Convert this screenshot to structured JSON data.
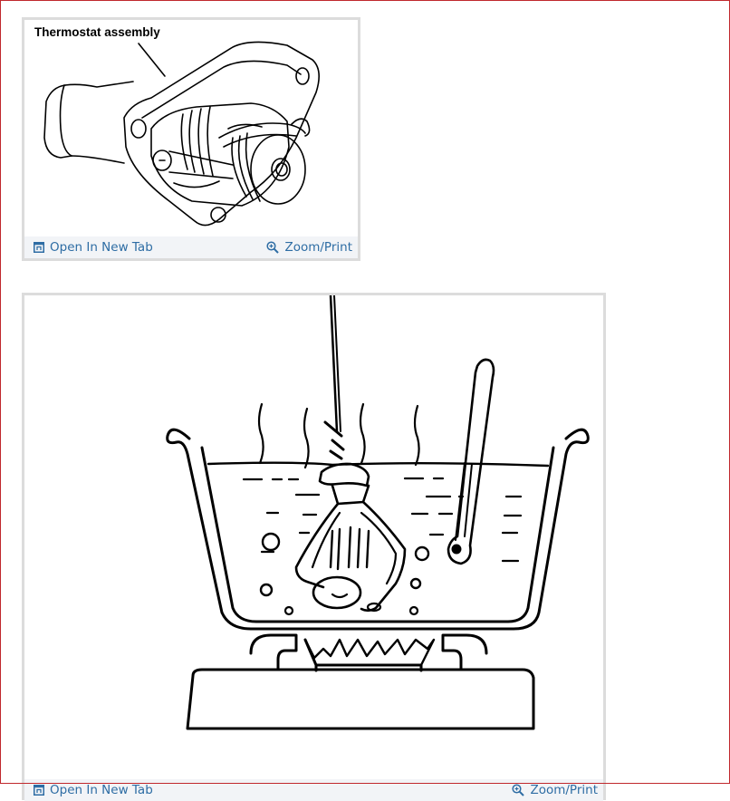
{
  "figures": [
    {
      "label": "Thermostat assembly",
      "open_tab_label": "Open In New Tab",
      "zoom_label": "Zoom/Print",
      "open_tab_icon": "open-in-new-tab-icon",
      "zoom_icon": "zoom-in-icon",
      "image_description": "Thermostat assembly line drawing"
    },
    {
      "open_tab_label": "Open In New Tab",
      "zoom_label": "Zoom/Print",
      "open_tab_icon": "open-in-new-tab-icon",
      "zoom_icon": "zoom-in-icon",
      "image_description": "Thermostat suspended in heated pot of water with thermometer over a burner"
    }
  ],
  "colors": {
    "link": "#2e6da4",
    "caption_bg": "#f2f4f7",
    "frame_border": "#dcdcdc",
    "page_border": "#c0282d"
  }
}
